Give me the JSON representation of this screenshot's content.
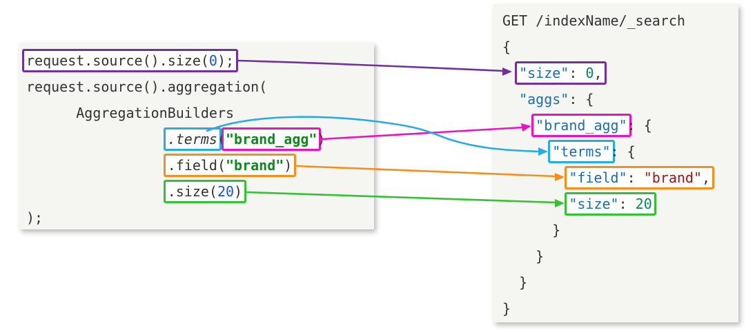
{
  "colors": {
    "purple": "#7030a0",
    "magenta": "#ea13c4",
    "blue": "#29abe2",
    "orange": "#f3901d",
    "green": "#35c135",
    "code_text": "#333333",
    "java_number": "#1750eb",
    "java_string": "#0c8a1d",
    "json_key": "#1e6bb5",
    "json_number": "#098658",
    "json_string": "#a31515",
    "panel_bg": "#f5f6f1",
    "box_bg": "#fdfdfb"
  },
  "left_panel": {
    "name": "java-client-code",
    "lines": [
      {
        "name": "java-size-line",
        "segments": [
          {
            "box": "purple",
            "name": "java-size-box",
            "parts": [
              {
                "t": "request.source().size(",
                "s": "plain"
              },
              {
                "t": "0",
                "s": "num"
              },
              {
                "t": ");",
                "s": "plain"
              }
            ]
          }
        ]
      },
      {
        "name": "java-aggregation-line",
        "segments": [
          {
            "t": "request.source().aggregation(",
            "s": "plain"
          }
        ]
      },
      {
        "name": "java-builders-line",
        "segments": [
          {
            "t": "      AggregationBuilders",
            "s": "plain"
          }
        ]
      },
      {
        "name": "java-terms-line",
        "segments": [
          {
            "t": "                 ",
            "s": "plain"
          },
          {
            "box": "blue",
            "name": "java-terms-box",
            "parts": [
              {
                "t": ".terms",
                "s": "italic"
              }
            ]
          },
          {
            "t": "(",
            "s": "plain"
          },
          {
            "box": "magenta",
            "name": "java-brand-agg-box",
            "parts": [
              {
                "t": "\"brand_agg\"",
                "s": "str"
              }
            ]
          },
          {
            "t": ")",
            "s": "plain"
          }
        ]
      },
      {
        "name": "java-field-line",
        "segments": [
          {
            "t": "                 ",
            "s": "plain"
          },
          {
            "box": "orange",
            "name": "java-field-box",
            "parts": [
              {
                "t": ".field(",
                "s": "plain"
              },
              {
                "t": "\"brand\"",
                "s": "str"
              },
              {
                "t": ")",
                "s": "plain"
              }
            ]
          }
        ]
      },
      {
        "name": "java-size20-line",
        "segments": [
          {
            "t": "                 ",
            "s": "plain"
          },
          {
            "box": "green",
            "name": "java-size20-box",
            "parts": [
              {
                "t": ".size(",
                "s": "plain"
              },
              {
                "t": "20",
                "s": "num"
              },
              {
                "t": ")",
                "s": "plain"
              }
            ]
          }
        ]
      },
      {
        "name": "java-close-line",
        "segments": [
          {
            "t": ");",
            "s": "plain"
          }
        ]
      }
    ]
  },
  "right_panel": {
    "name": "es-dsl-query",
    "lines": [
      {
        "name": "dsl-request-line",
        "segments": [
          {
            "t": "GET /indexName/_search",
            "s": "plain"
          }
        ]
      },
      {
        "name": "dsl-open-brace",
        "segments": [
          {
            "t": "{",
            "s": "plain"
          }
        ]
      },
      {
        "name": "dsl-size-line",
        "segments": [
          {
            "t": "  ",
            "s": "plain"
          },
          {
            "box": "purple",
            "name": "dsl-size-box",
            "parts": [
              {
                "t": "\"size\"",
                "s": "key"
              },
              {
                "t": ": ",
                "s": "plain"
              },
              {
                "t": "0",
                "s": "jnum"
              },
              {
                "t": ",",
                "s": "plain"
              }
            ]
          }
        ]
      },
      {
        "name": "dsl-aggs-line",
        "segments": [
          {
            "t": "  ",
            "s": "plain"
          },
          {
            "t": "\"aggs\"",
            "s": "key"
          },
          {
            "t": ": {",
            "s": "plain"
          }
        ]
      },
      {
        "name": "dsl-brand-agg-line",
        "segments": [
          {
            "t": "    ",
            "s": "plain"
          },
          {
            "box": "magenta",
            "name": "dsl-brand-agg-box",
            "parts": [
              {
                "t": "\"brand_agg\"",
                "s": "key"
              }
            ]
          },
          {
            "t": ": {",
            "s": "plain"
          }
        ]
      },
      {
        "name": "dsl-terms-line",
        "segments": [
          {
            "t": "      ",
            "s": "plain"
          },
          {
            "box": "blue",
            "name": "dsl-terms-box",
            "parts": [
              {
                "t": "\"terms\"",
                "s": "key"
              }
            ]
          },
          {
            "t": ": {",
            "s": "plain"
          }
        ]
      },
      {
        "name": "dsl-field-line",
        "segments": [
          {
            "t": "        ",
            "s": "plain"
          },
          {
            "box": "orange",
            "name": "dsl-field-box",
            "parts": [
              {
                "t": "\"field\"",
                "s": "key"
              },
              {
                "t": ": ",
                "s": "plain"
              },
              {
                "t": "\"brand\"",
                "s": "jstr"
              },
              {
                "t": ",",
                "s": "plain"
              }
            ]
          }
        ]
      },
      {
        "name": "dsl-size20-line",
        "segments": [
          {
            "t": "        ",
            "s": "plain"
          },
          {
            "box": "green",
            "name": "dsl-size20-box",
            "parts": [
              {
                "t": "\"size\"",
                "s": "key"
              },
              {
                "t": ": ",
                "s": "plain"
              },
              {
                "t": "20",
                "s": "jnum"
              }
            ]
          }
        ]
      },
      {
        "name": "dsl-close-1",
        "segments": [
          {
            "t": "      }",
            "s": "plain"
          }
        ]
      },
      {
        "name": "dsl-close-2",
        "segments": [
          {
            "t": "    }",
            "s": "plain"
          }
        ]
      },
      {
        "name": "dsl-close-3",
        "segments": [
          {
            "t": "  }",
            "s": "plain"
          }
        ]
      },
      {
        "name": "dsl-close-4",
        "segments": [
          {
            "t": "}",
            "s": "plain"
          }
        ]
      }
    ]
  },
  "connectors": [
    {
      "name": "size-connector",
      "color": "purple"
    },
    {
      "name": "brand-agg-connector",
      "color": "magenta"
    },
    {
      "name": "terms-connector",
      "color": "blue"
    },
    {
      "name": "field-connector",
      "color": "orange"
    },
    {
      "name": "size20-connector",
      "color": "green"
    }
  ]
}
